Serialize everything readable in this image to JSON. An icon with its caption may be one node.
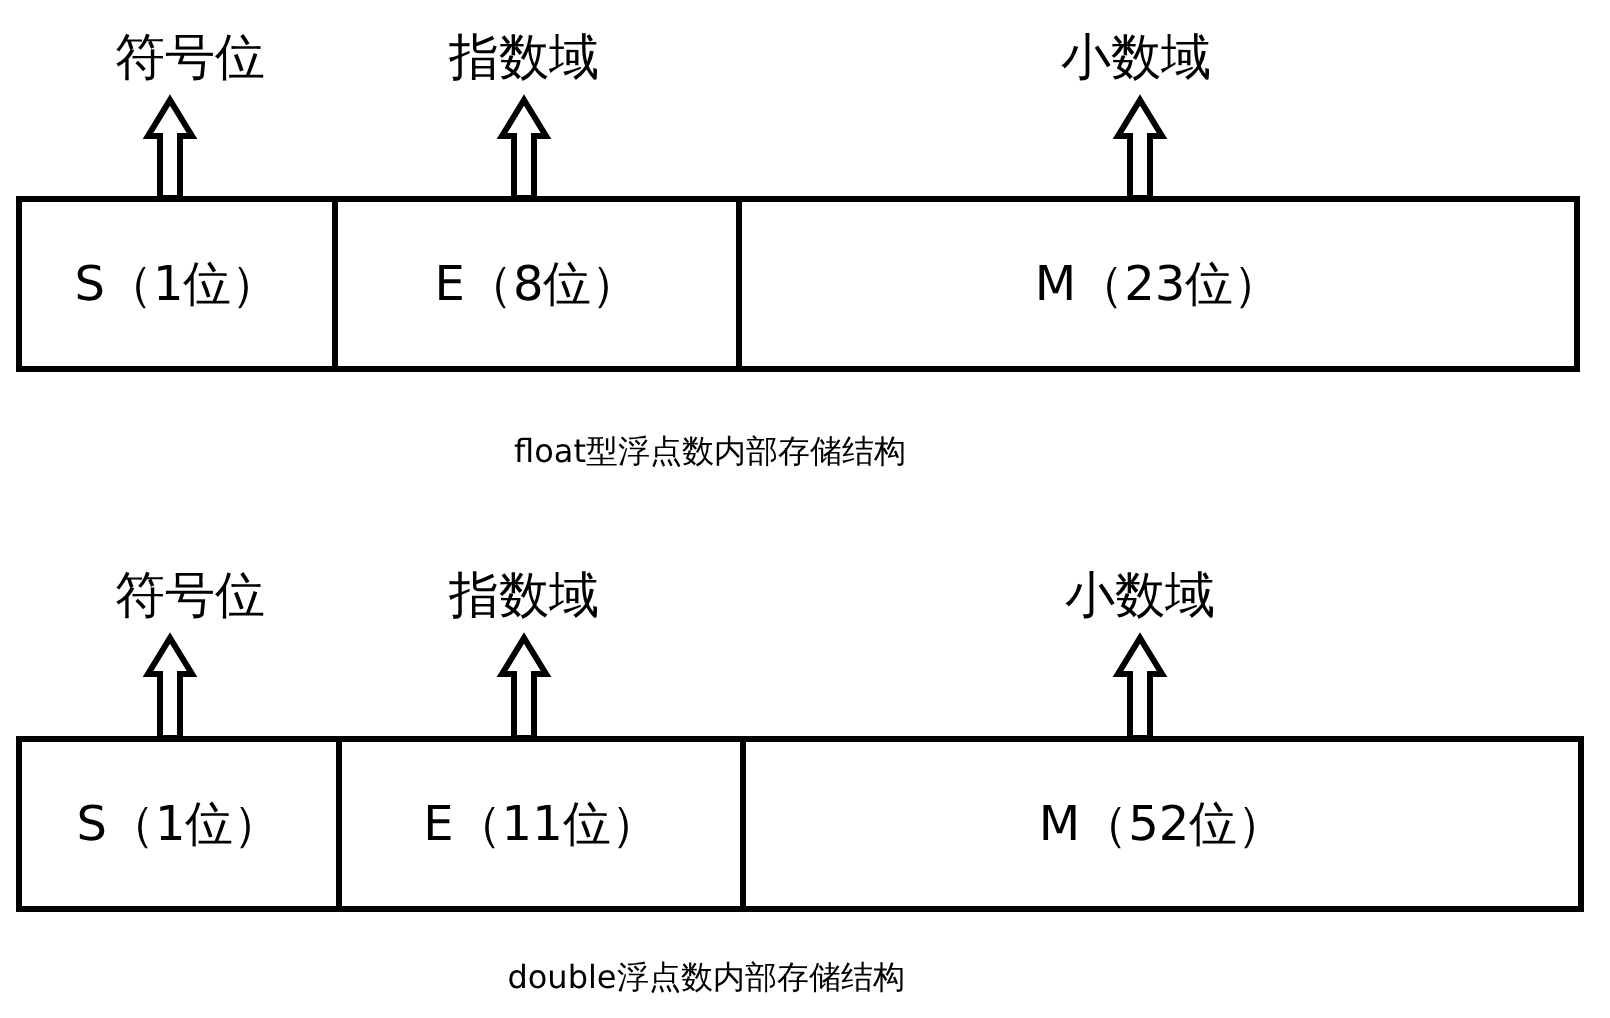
{
  "diagram": {
    "nodes": [
      {
        "text": [
          "符号位"
        ]
      },
      {
        "text": [
          "指数域"
        ]
      },
      {
        "text": [
          "小数域"
        ]
      },
      {
        "text": [
          "S（1位）"
        ]
      },
      {
        "text": [
          "E（8位）"
        ]
      },
      {
        "text": [
          "M（23位）"
        ]
      },
      {
        "text": [
          "符号位"
        ]
      },
      {
        "text": [
          "指数域"
        ]
      },
      {
        "text": [
          "小数域"
        ]
      },
      {
        "text": [
          "S（1位）"
        ]
      },
      {
        "text": [
          "E（11位）"
        ]
      },
      {
        "text": [
          "M（52位）"
        ]
      }
    ],
    "edges": [
      {
        "from": 3,
        "to": 0,
        "arrow": "to"
      },
      {
        "from": 4,
        "to": 1,
        "arrow": "to"
      },
      {
        "from": 5,
        "to": 2,
        "arrow": "to"
      },
      {
        "from": 9,
        "to": 6,
        "arrow": "to"
      },
      {
        "from": 10,
        "to": 7,
        "arrow": "to"
      },
      {
        "from": 11,
        "to": 8,
        "arrow": "to"
      }
    ],
    "labels": [
      "float型浮点数内部存储结构",
      "double浮点数内部存储结构"
    ]
  }
}
